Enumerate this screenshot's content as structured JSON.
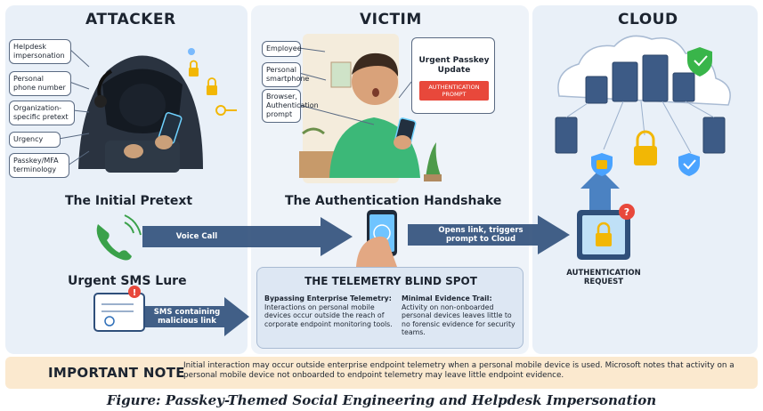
{
  "columns": {
    "attacker": "ATTACKER",
    "victim": "VICTIM",
    "cloud": "CLOUD"
  },
  "attacker_labels": [
    "Helpdesk\nimpersonation",
    "Personal\nphone number",
    "Organization-\nspecific pretext",
    "Urgency",
    "Passkey/MFA\nterminology"
  ],
  "victim_labels": [
    "Employee",
    "Personal\nsmartphone",
    "Browser,\nAuthentication\nprompt"
  ],
  "popup": {
    "title": "Urgent Passkey\nUpdate",
    "button": "AUTHENTICATION\nPROMPT"
  },
  "subheads": {
    "initial_pretext": "The Initial Pretext",
    "handshake": "The Authentication Handshake",
    "sms_lure": "Urgent SMS Lure"
  },
  "arrows": {
    "voice_call": "Voice Call",
    "opens_link": "Opens link, triggers\nprompt to Cloud",
    "sms": "SMS containing\nmalicious link"
  },
  "blind_spot": {
    "title": "THE TELEMETRY BLIND SPOT",
    "left_heading": "Bypassing Enterprise Telemetry:",
    "left_text": "Interactions on personal mobile devices occur outside the reach of corporate endpoint monitoring tools.",
    "right_heading": "Minimal Evidence Trail:",
    "right_text": "Activity on non-onboarded personal devices leaves little to no forensic evidence for security teams."
  },
  "auth_request": "AUTHENTICATION\nREQUEST",
  "note": {
    "title": "IMPORTANT NOTE",
    "text": "Initial interaction may occur outside enterprise endpoint telemetry when a personal mobile device is used. Microsoft notes that activity on a personal mobile device not onboarded to endpoint telemetry may leave little endpoint evidence."
  },
  "caption": "Figure: Passkey-Themed Social Engineering and Helpdesk Impersonation",
  "colors": {
    "arrow": "#2f4f7a",
    "alert_red": "#e8483b",
    "shield_green": "#39b54a",
    "lock_gold": "#f2b705",
    "phone_green": "#3aa14a"
  }
}
